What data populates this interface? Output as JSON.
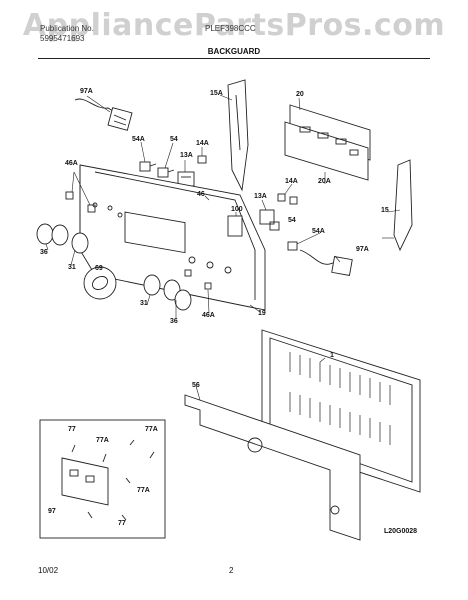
{
  "watermark": "AppliancePartsPros.com",
  "header": {
    "left_line1": "Publication No.",
    "left_line2": "5995471693",
    "model": "PLEF398CCC",
    "section_title": "BACKGUARD"
  },
  "callouts": {
    "c97A": "97A",
    "c54A": "54A",
    "c54": "54",
    "c14A": "14A",
    "c13A": "13A",
    "c15A": "15A",
    "c20": "20",
    "c20A": "20A",
    "c46A": "46A",
    "c46": "46",
    "c100": "100",
    "c13A_b": "13A",
    "c14A_b": "14A",
    "c54_b": "54",
    "c15": "15",
    "c54A_b": "54A",
    "c97A_b": "97A",
    "c36": "36",
    "c31": "31",
    "c69": "69",
    "c31_b": "31",
    "c36_b": "36",
    "c46A_b": "46A",
    "c19": "19",
    "c1": "1",
    "c56": "56",
    "c77": "77",
    "c77A": "77A",
    "c77A_b": "77A",
    "c77A_c": "77A",
    "c97": "97",
    "c77_b": "77"
  },
  "footer": {
    "date": "10/02",
    "page": "2",
    "figure_code": "L20G0028"
  }
}
